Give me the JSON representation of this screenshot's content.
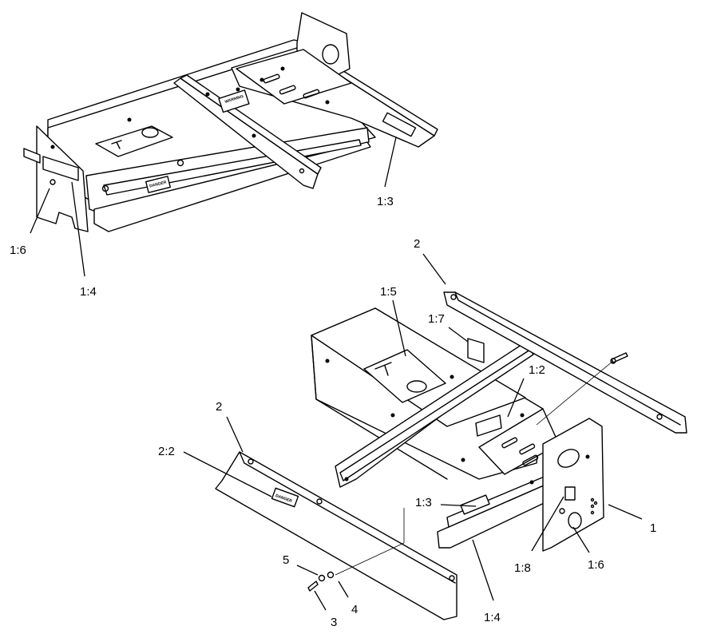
{
  "callouts": {
    "top_1_6": "1:6",
    "top_1_4": "1:4",
    "top_1_3": "1:3",
    "bot_2_upper": "2",
    "bot_1_5": "1:5",
    "bot_1_7": "1:7",
    "bot_1_2": "1:2",
    "bot_2_lower": "2",
    "bot_2_2": "2:2",
    "bot_1_3": "1:3",
    "bot_1": "1",
    "bot_1_8": "1:8",
    "bot_1_6": "1:6",
    "bot_1_4": "1:4",
    "bot_5": "5",
    "bot_4": "4",
    "bot_3": "3"
  },
  "decals": {
    "danger_top": "DANGER",
    "danger_bottom": "DANGER",
    "warning_top": "WARNING"
  },
  "colors": {
    "line": "#000000",
    "background": "#ffffff"
  }
}
